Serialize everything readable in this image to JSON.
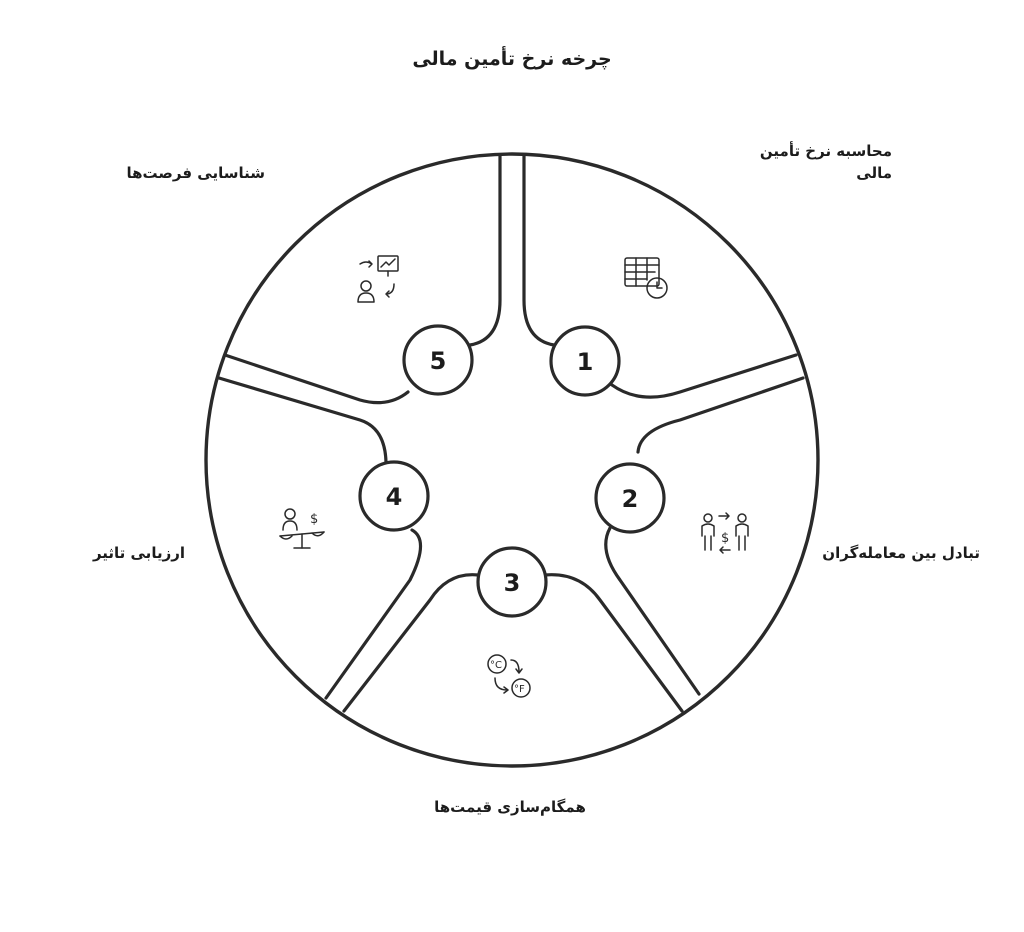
{
  "title": "چرخه نرخ تأمین مالی",
  "steps": [
    {
      "number": "1",
      "label": "محاسبه نرخ تأمین مالی",
      "icon": "spreadsheet-clock-icon"
    },
    {
      "number": "2",
      "label": "تبادل بین معامله‌گران",
      "icon": "people-exchange-dollar-icon"
    },
    {
      "number": "3",
      "label": "همگام‌سازی قیمت‌ها",
      "icon": "currency-sync-icon"
    },
    {
      "number": "4",
      "label": "ارزیابی تاثیر",
      "icon": "person-balance-dollar-icon"
    },
    {
      "number": "5",
      "label": "شناسایی فرصت‌ها",
      "icon": "person-chart-exchange-icon"
    }
  ],
  "icon_texts": {
    "dollar": "$",
    "currency_a": "°C",
    "currency_b": "°F"
  }
}
